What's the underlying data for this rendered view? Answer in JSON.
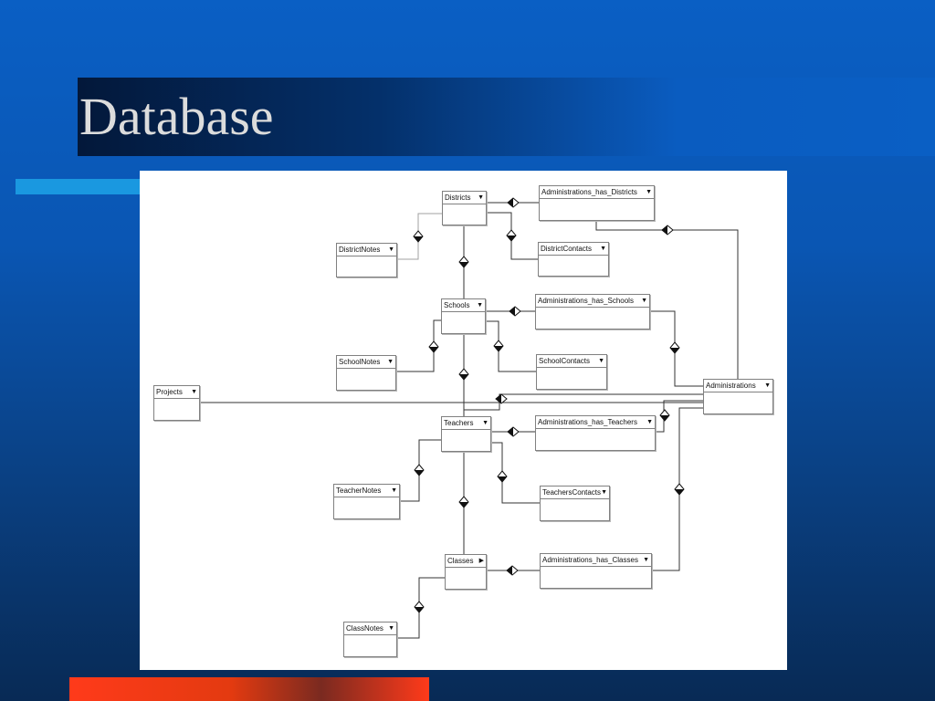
{
  "slide": {
    "title": "Database"
  },
  "tables": [
    {
      "id": "districts",
      "name": "Districts",
      "arrow": "▼"
    },
    {
      "id": "adm_districts",
      "name": "Administrations_has_Districts",
      "arrow": "▼"
    },
    {
      "id": "district_notes",
      "name": "DistrictNotes",
      "arrow": "▼"
    },
    {
      "id": "district_contacts",
      "name": "DistrictContacts",
      "arrow": "▼"
    },
    {
      "id": "schools",
      "name": "Schools",
      "arrow": "▼"
    },
    {
      "id": "adm_schools",
      "name": "Administrations_has_Schools",
      "arrow": "▼"
    },
    {
      "id": "school_notes",
      "name": "SchoolNotes",
      "arrow": "▼"
    },
    {
      "id": "school_contacts",
      "name": "SchoolContacts",
      "arrow": "▼"
    },
    {
      "id": "projects",
      "name": "Projects",
      "arrow": "▼"
    },
    {
      "id": "administrations",
      "name": "Administrations",
      "arrow": "▼"
    },
    {
      "id": "teachers",
      "name": "Teachers",
      "arrow": "▼"
    },
    {
      "id": "adm_teachers",
      "name": "Administrations_has_Teachers",
      "arrow": "▼"
    },
    {
      "id": "teacher_notes",
      "name": "TeacherNotes",
      "arrow": "▼"
    },
    {
      "id": "teachers_contacts",
      "name": "TeachersContacts",
      "arrow": "▼"
    },
    {
      "id": "classes",
      "name": "Classes",
      "arrow": "▶"
    },
    {
      "id": "adm_classes",
      "name": "Administrations_has_Classes",
      "arrow": "▼"
    },
    {
      "id": "class_notes",
      "name": "ClassNotes",
      "arrow": "▼"
    }
  ],
  "colors": {
    "background": "#0a56b3",
    "title_text": "#dcdcdc",
    "accent": "#1a98e0",
    "bottom_bar": "#ff3a1a"
  }
}
